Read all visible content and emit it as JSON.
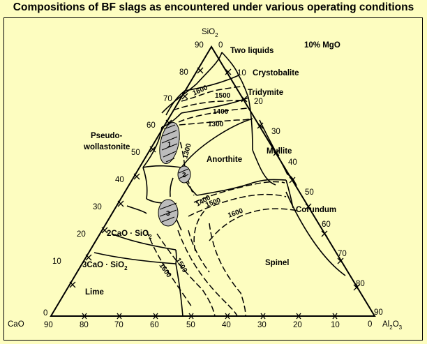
{
  "title": "Compositions of BF slags as encountered under various operating conditions",
  "note": "10% MgO",
  "vertices": {
    "top": {
      "base": "SiO",
      "sub": "2",
      "val": "90",
      "val2": "0"
    },
    "left": {
      "label": "CaO",
      "val": "90",
      "val2": "0"
    },
    "right": {
      "base": "Al",
      "sub1": "2",
      "mid": "O",
      "sub2": "3",
      "val": "90",
      "val2": "0"
    }
  },
  "left_ticks": [
    "80",
    "70",
    "60",
    "50",
    "40",
    "30",
    "20",
    "10"
  ],
  "right_ticks": [
    "10",
    "20",
    "30",
    "40",
    "50",
    "60",
    "70",
    "80"
  ],
  "bottom_ticks": [
    "80",
    "70",
    "60",
    "50",
    "40",
    "30",
    "20",
    "10"
  ],
  "phases": {
    "two_liquids": "Two liquids",
    "crystobalite": "Crystobalite",
    "tridymite": "Tridymite",
    "pseudo1": "Pseudo-",
    "pseudo2": "wollastonite",
    "anorthite": "Anorthite",
    "mullite": "Mullite",
    "corundum": "Corundum",
    "spinel": "Spinel",
    "lime": "Lime",
    "c2s_a": "2CaO · SiO",
    "c2s_b": "2",
    "c3s_a": "3CaO · SiO",
    "c3s_b": "2"
  },
  "isotherms": [
    "1600",
    "1500",
    "1400",
    "1300",
    "1300",
    "1400",
    "1500",
    "1600",
    "1600",
    "1500"
  ],
  "regions": [
    "1",
    "2",
    "3"
  ]
}
